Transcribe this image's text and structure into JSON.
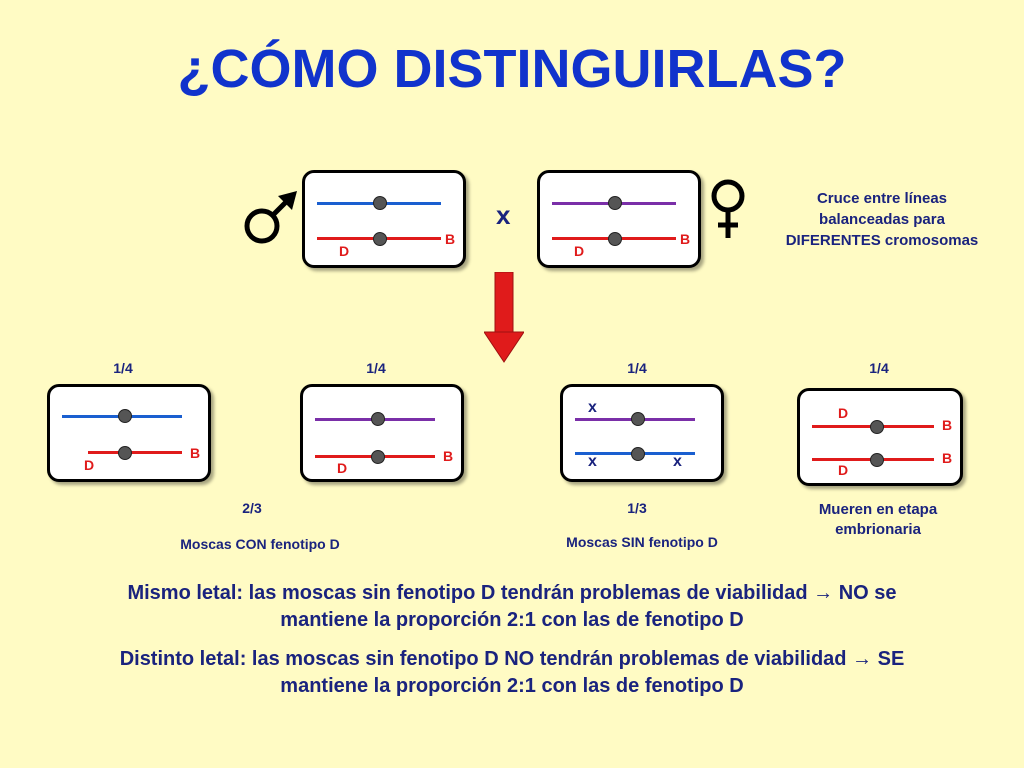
{
  "title": "¿CÓMO DISTINGUIRLAS?",
  "cross_symbol": "x",
  "cross_note": [
    "Cruce entre líneas",
    "balanceadas para",
    "DIFERENTES cromosomas"
  ],
  "parents": {
    "male": {
      "symbol": "male-icon",
      "chr_top_color": "#1a5fd0",
      "chr_bottom_color": "#e01b1b",
      "gene_left": "D",
      "gene_right": "B"
    },
    "female": {
      "symbol": "female-icon",
      "chr_top_color": "#7a2fa8",
      "chr_bottom_color": "#e01b1b",
      "gene_left": "D",
      "gene_right": "B"
    }
  },
  "offspring": [
    {
      "fraction": "1/4",
      "top_color": "#1a5fd0",
      "bottom_color": "#e01b1b",
      "gene_d": "D",
      "gene_b": "B"
    },
    {
      "fraction": "1/4",
      "top_color": "#7a2fa8",
      "bottom_color": "#e01b1b",
      "gene_d": "D",
      "gene_b": "B"
    },
    {
      "fraction": "1/4",
      "top_color": "#7a2fa8",
      "bottom_color": "#1a5fd0",
      "mark": "x"
    },
    {
      "fraction": "1/4",
      "top_color": "#e01b1b",
      "bottom_color": "#e01b1b",
      "gene_d": "D",
      "gene_b": "B"
    }
  ],
  "groups": {
    "with_d": {
      "ratio": "2/3",
      "label": "Moscas CON fenotipo D"
    },
    "without_d": {
      "ratio": "1/3",
      "label": "Moscas SIN fenotipo D"
    },
    "dead": {
      "label_1": "Mueren en etapa",
      "label_2": "embrionaria"
    }
  },
  "conclusions": [
    {
      "line1": "Mismo letal: las moscas sin fenotipo D tendrán problemas de viabilidad → NO se",
      "line2": "mantiene la proporción 2:1 con las de fenotipo D"
    },
    {
      "line1": "Distinto letal: las moscas sin fenotipo D NO tendrán problemas de viabilidad → SE",
      "line2": "mantiene la proporción 2:1 con las de fenotipo D"
    }
  ],
  "colors": {
    "blue": "#1a5fd0",
    "purple": "#7a2fa8",
    "red": "#e01b1b",
    "title": "#1133cc",
    "text": "#1a237e",
    "background": "#fffbc4"
  }
}
